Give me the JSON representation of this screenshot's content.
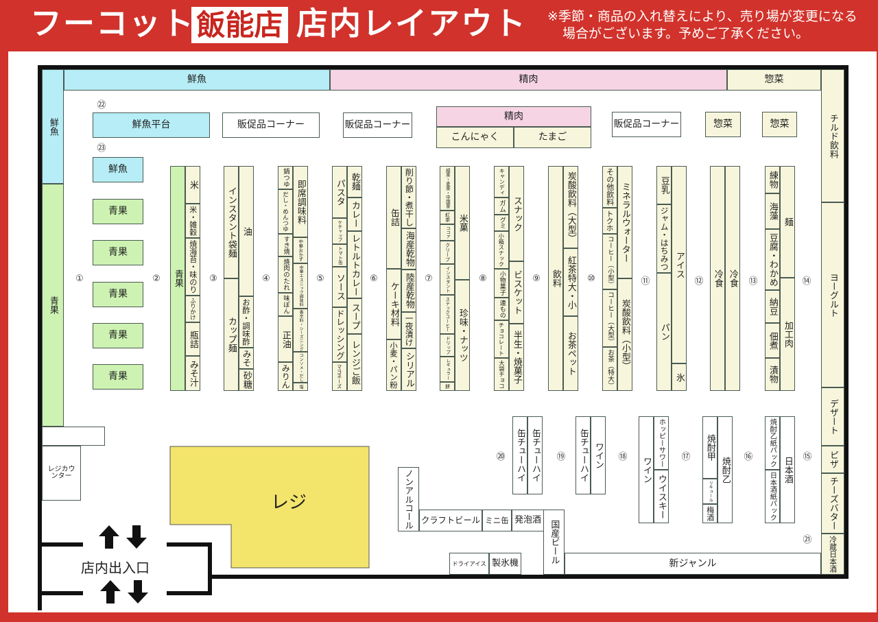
{
  "header": {
    "brand": "フーコット",
    "store_name": "飯能店",
    "title": "店内レイアウト",
    "notice_line1": "※季節・商品の入れ替えにより、売り場が変更になる",
    "notice_line2": "場合がございます。予めご了承ください。"
  },
  "colors": {
    "frame_red": "#d1322b",
    "fish": "#b6edf6",
    "produce": "#cdf2b2",
    "meat": "#f6d4e4",
    "shelf": "#f7f6dc",
    "register": "#f3e46c"
  },
  "perimeter": {
    "fish_top": "鮮魚",
    "meat_top": "精肉",
    "deli_top": "惣菜",
    "fish_left": "鮮魚",
    "produce_left": "青果",
    "chilled_drinks": "チルド飲料",
    "yogurt": "ヨーグルト",
    "dessert": "デザート",
    "pizza": "ピザ",
    "cheese_butter": "チーズバター",
    "chilled_sake": "冷蔵日本酒"
  },
  "islands": {
    "fish_table": "鮮魚平台",
    "promo_1": "販促品コーナー",
    "promo_2": "販促品コーナー",
    "meat": "精肉",
    "konnyaku": "こんにゃく",
    "eggs": "たまご",
    "promo_3": "販促品コーナー",
    "deli_1": "惣菜",
    "deli_2": "惣菜",
    "fish": "鮮魚",
    "produce": [
      "青果",
      "青果",
      "青果",
      "青果",
      "青果"
    ]
  },
  "aisle_numbers": [
    "①",
    "②",
    "③",
    "④",
    "⑤",
    "⑥",
    "⑦",
    "⑧",
    "⑨",
    "⑩",
    "⑪",
    "⑫",
    "⑬",
    "⑭",
    "⑮",
    "⑯",
    "⑰",
    "⑱",
    "⑲",
    "⑳",
    "㉑",
    "㉒",
    "㉓"
  ],
  "shelves": {
    "s1_left": [
      "青果"
    ],
    "s1_right": [
      "米",
      "米・雑穀",
      "焼海苔・味のり",
      "ふりかけ",
      "瓶詰",
      "みそ汁"
    ],
    "s2_left": [
      "インスタント袋麺",
      "カップ麺"
    ],
    "s2_right": [
      "油",
      "お酢・調味酢",
      "みそ",
      "砂糖"
    ],
    "s3_left": [
      "鍋つゆ",
      "だし・めんつゆ",
      "すき焼",
      "焼肉のたれ",
      "味ぽん",
      "正油",
      "みりん"
    ],
    "s3_right": [
      "即席調味料",
      "中華おかず",
      "中華エスニック調味料",
      "香辛料・シーズニング",
      "コンソメ・だし",
      "塩"
    ],
    "s4_left": [
      "パスタ",
      "ケチャップ",
      "トマト缶",
      "ソース",
      "ドレッシング",
      "マヨネーズ"
    ],
    "s4_right": [
      "乾麺",
      "カレー",
      "レトルトカレー",
      "スープ",
      "レンジご飯"
    ],
    "s5_left": [
      "缶詰",
      "ケーキ材料",
      "小麦・パン粉"
    ],
    "s5_right": [
      "削り節・煮干し",
      "海産乾物",
      "陸産乾物",
      "一夜漬け",
      "シリアル"
    ],
    "s6_left": [
      "緑茶・麦茶・中国茶",
      "紅茶",
      "ココア",
      "クリープ",
      "インスタント",
      "ステックコーヒー",
      "ドリップ",
      "レギュラー",
      "餅"
    ],
    "s6_right": [
      "米菓",
      "珍味・ナッツ"
    ],
    "s7_left": [
      "キャンディ",
      "ガム",
      "グミ",
      "小箱スナック",
      "小物菓子",
      "連もの",
      "チョコレート",
      "大袋チョコ"
    ],
    "s7_right": [
      "スナック",
      "ビスケット",
      "半生・焼菓子"
    ],
    "s8_left": [
      "飲料"
    ],
    "s8_right": [
      "炭酸飲料（大型）",
      "紅茶特大・小",
      "お茶ペット"
    ],
    "s9_left": [
      "その他飲料",
      "トクホ",
      "コーヒー（小型）",
      "コーヒー（大型）",
      "お茶（特大）"
    ],
    "s9_right": [
      "ミネラルウォーター",
      "炭酸飲料（小型）"
    ],
    "s10_left": [
      "豆乳",
      "ジャム・はちみつ",
      "パン"
    ],
    "s10_right": [
      "アイス",
      "氷"
    ],
    "s11_left": [
      "冷食"
    ],
    "s11_right": [
      "冷食"
    ],
    "s12_left": [
      "練物",
      "海藻",
      "豆腐・わかめ",
      "納豆",
      "佃煮",
      "漬物"
    ],
    "s12_right": [
      "麺",
      "加工肉"
    ]
  },
  "liquor": {
    "l1_left": [
      "缶チューハイ"
    ],
    "l1_right": [
      "缶チューハイ"
    ],
    "l2_left": [
      "缶チューハイ"
    ],
    "l2_right": [
      "ワイン"
    ],
    "l3_left": [
      "ワイン"
    ],
    "l3_right": [
      "ホッピーサワー",
      "ウイスキー"
    ],
    "l4_left": [
      "焼酎甲",
      "リキュール",
      "梅酒"
    ],
    "l4_right": [
      "焼酎乙"
    ],
    "l5_left": [
      "焼酎乙紙パック",
      "日本酒紙パック"
    ],
    "l5_right": [
      "日本酒"
    ]
  },
  "bottom": {
    "non_alcohol": "ノンアルコール",
    "craft_beer": "クラフトビール",
    "mini_can": "ミニ缶",
    "happoshu": "発泡酒",
    "domestic_beer": "国産ビール",
    "dry_ice": "ドライアイス",
    "ice_maker": "製氷機",
    "new_genre": "新ジャンル",
    "register": "レジ",
    "register_counter": "レジカウンター",
    "entrance": "店内出入口"
  }
}
